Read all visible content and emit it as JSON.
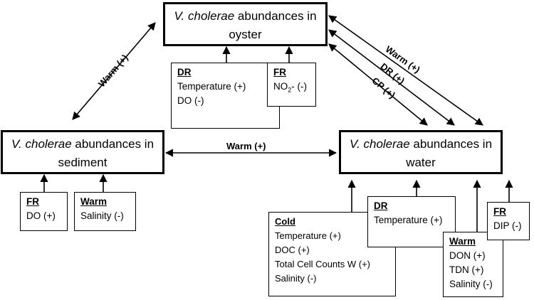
{
  "nodes": {
    "oyster": {
      "species": "V. cholerae",
      "rest": " abundances in",
      "line2": "oyster"
    },
    "sediment": {
      "species": "V. cholerae",
      "rest": " abundances in",
      "line2": "sediment"
    },
    "water": {
      "species": "V. cholerae",
      "rest": " abundances in",
      "line2": "water"
    }
  },
  "factors": {
    "oyster_dr": {
      "heading": "DR",
      "items": [
        "Temperature (+)",
        "DO (-)"
      ]
    },
    "oyster_fr": {
      "heading": "FR",
      "no2_main": "NO",
      "no2_sub": "2",
      "no2_rest": "- (-)"
    },
    "sediment_fr": {
      "heading": "FR",
      "items": [
        "DO (+)"
      ]
    },
    "sediment_warm": {
      "heading": "Warm",
      "items": [
        "Salinity (-)"
      ]
    },
    "water_cold": {
      "heading": "Cold",
      "items": [
        "Temperature (+)",
        "DOC (+)",
        "Total Cell Counts W (+)",
        "Salinity (-)"
      ]
    },
    "water_dr": {
      "heading": "DR",
      "items": [
        "Temperature (+)"
      ]
    },
    "water_warm": {
      "heading": "Warm",
      "items": [
        "DON (+)",
        "TDN (+)",
        "Salinity (-)"
      ]
    },
    "water_fr": {
      "heading": "FR",
      "items": [
        "DIP (-)"
      ]
    }
  },
  "edge_labels": {
    "oyster_sediment": "Warm (+)",
    "sediment_water": "Warm (+)",
    "oyster_water_warm": "Warm (+)",
    "oyster_water_dr": "DR (+)",
    "oyster_water_cp": "CP (+)"
  }
}
